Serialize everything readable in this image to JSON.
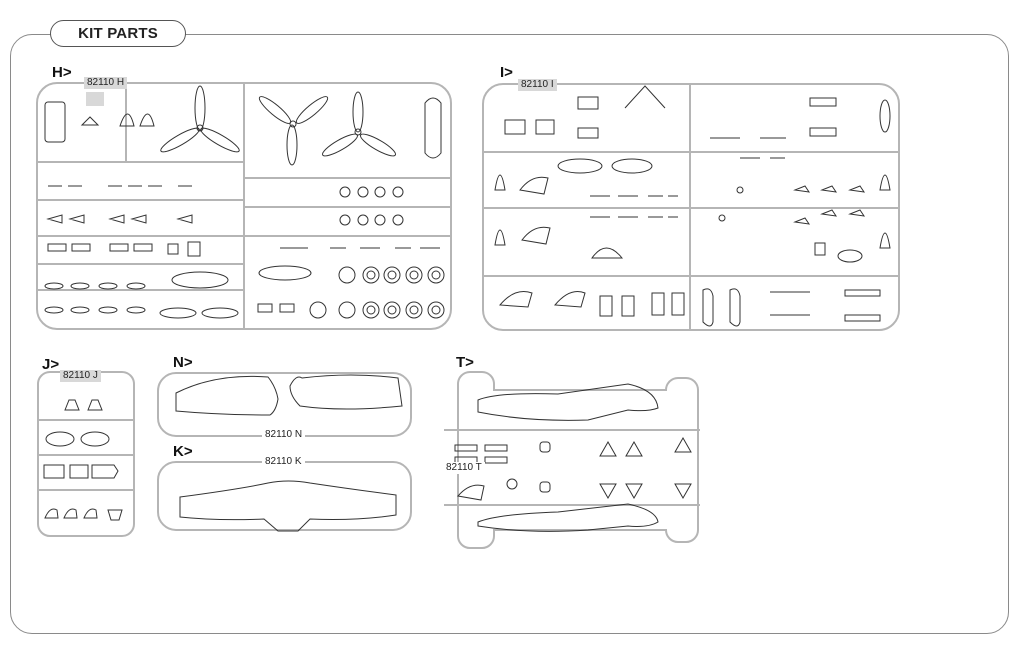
{
  "page": {
    "title": "KIT PARTS"
  },
  "sprues": [
    {
      "letter": "H>",
      "code": "82110 H"
    },
    {
      "letter": "I>",
      "code": "82110 I"
    },
    {
      "letter": "J>",
      "code": "82110 J"
    },
    {
      "letter": "N>",
      "code": "82110 N"
    },
    {
      "letter": "K>",
      "code": "82110 K"
    },
    {
      "letter": "T>",
      "code": "82110 T"
    }
  ],
  "colors": {
    "frame": "#8a8a8a",
    "sprue_runner": "#b5b5b5",
    "part_outline": "#333333",
    "label_fill": "#d8d8d8"
  }
}
